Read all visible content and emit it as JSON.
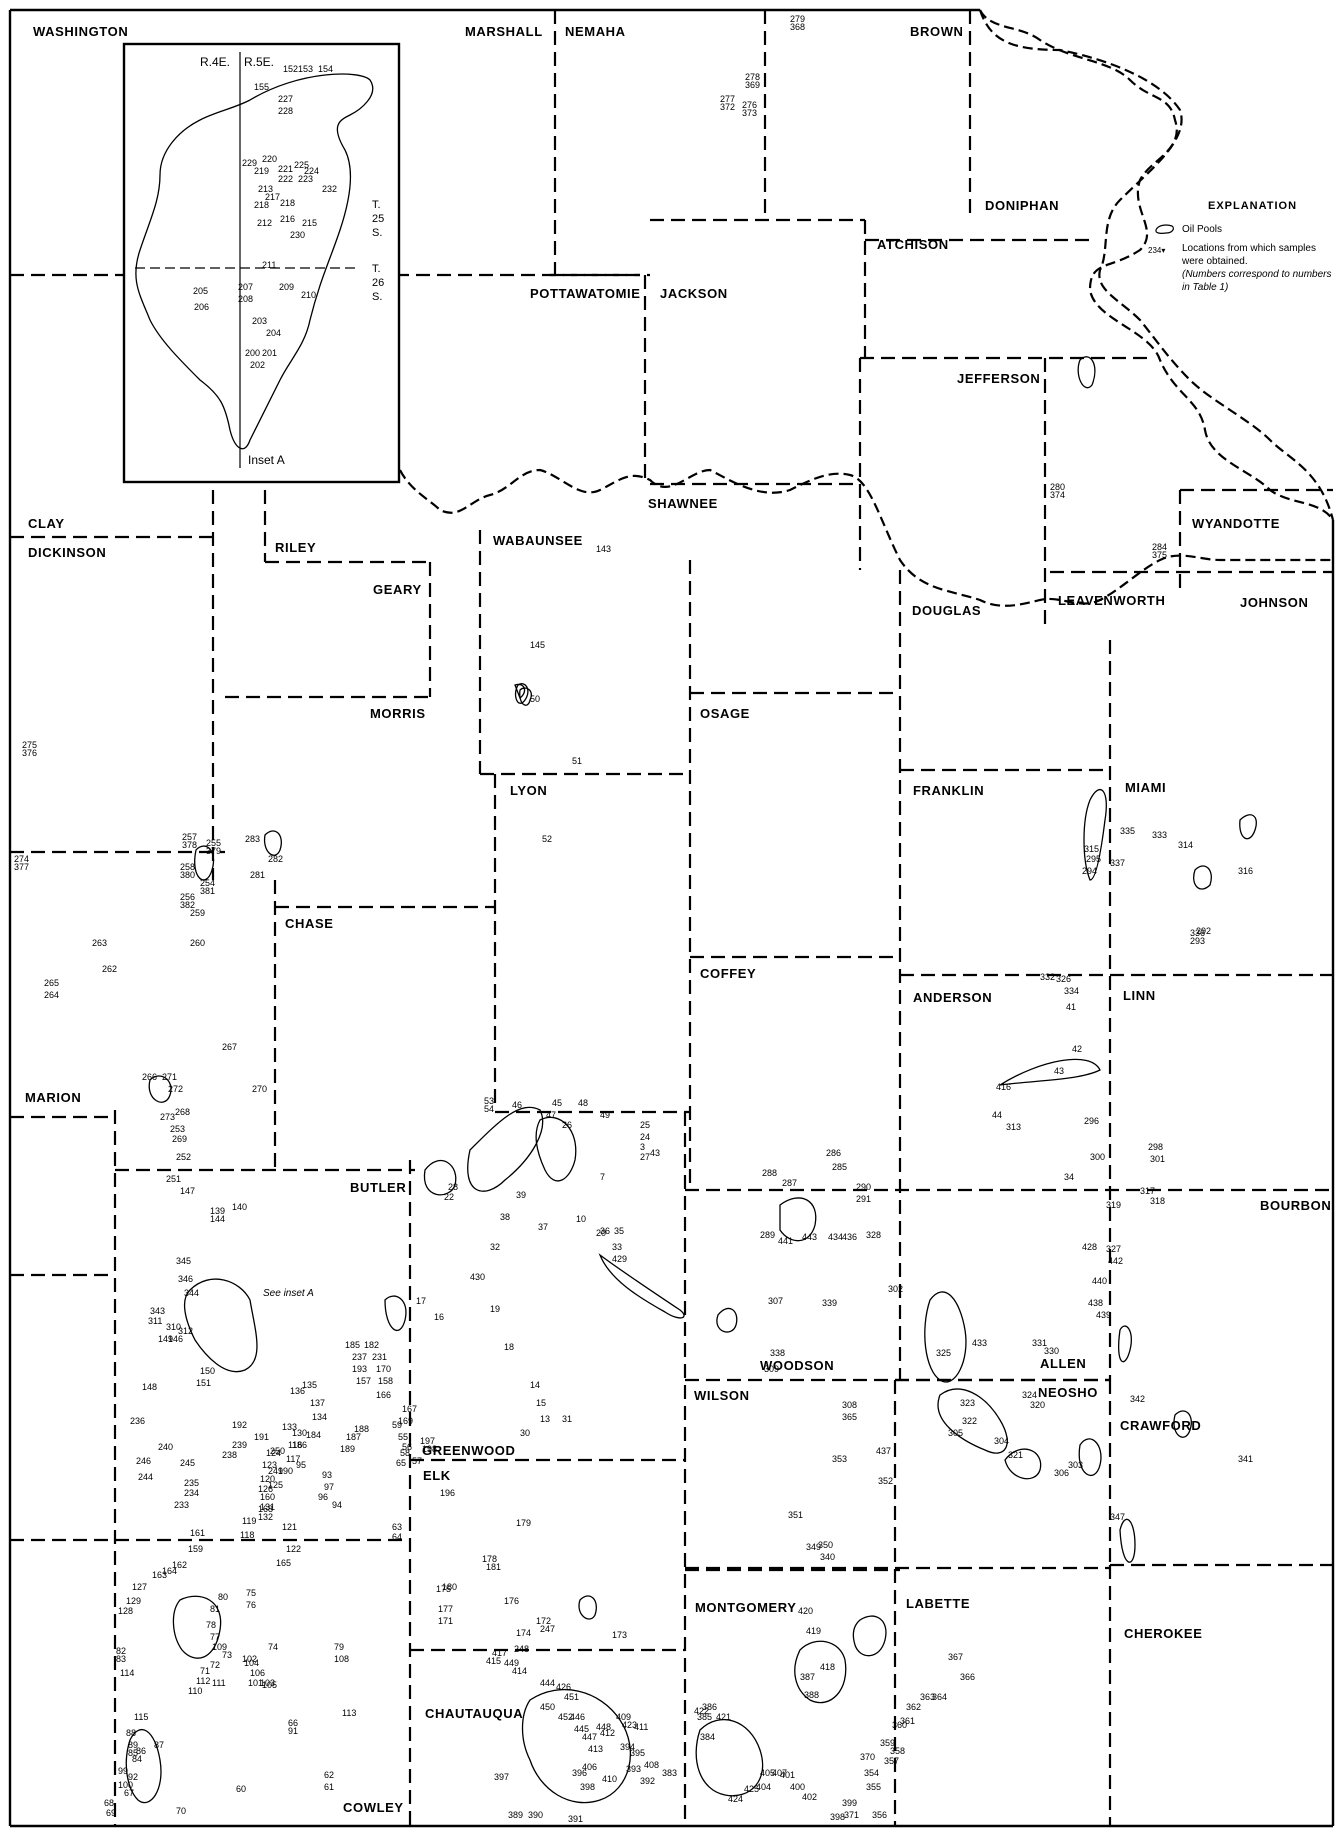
{
  "counties": {
    "washington": "WASHINGTON",
    "marshall": "MARSHALL",
    "nemaha": "NEMAHA",
    "brown": "BROWN",
    "doniphan": "DONIPHAN",
    "atchison": "ATCHISON",
    "pottawatomie": "POTTAWATOMIE",
    "jackson": "JACKSON",
    "jefferson": "JEFFERSON",
    "clay": "CLAY",
    "dickinson": "DICKINSON",
    "riley": "RILEY",
    "geary": "GEARY",
    "wabaunsee": "WABAUNSEE",
    "shawnee": "SHAWNEE",
    "wyandotte": "WYANDOTTE",
    "leavenworth": "LEAVENWORTH",
    "douglas": "DOUGLAS",
    "johnson": "JOHNSON",
    "morris": "MORRIS",
    "osage": "OSAGE",
    "lyon": "LYON",
    "franklin": "FRANKLIN",
    "miami": "MIAMI",
    "chase": "CHASE",
    "coffey": "COFFEY",
    "anderson": "ANDERSON",
    "linn": "LINN",
    "marion": "MARION",
    "butler": "BUTLER",
    "bourbon": "BOURBON",
    "woodson": "WOODSON",
    "allen": "ALLEN",
    "wilson": "WILSON",
    "neosho": "NEOSHO",
    "crawford": "CRAWFORD",
    "greenwood": "GREENWOOD",
    "elk": "ELK",
    "montgomery": "MONTGOMERY",
    "labette": "LABETTE",
    "cherokee": "CHEROKEE",
    "chautauqua": "CHAUTAUQUA",
    "cowley": "COWLEY"
  },
  "inset": {
    "range_left": "R.4E.",
    "range_right": "R.5E.",
    "t25_a": "T.",
    "t25_b": "25",
    "t25_c": "S.",
    "t26_a": "T.",
    "t26_b": "26",
    "t26_c": "S.",
    "caption": "Inset A",
    "points": [
      "152",
      "153",
      "154",
      "155",
      "227",
      "228",
      "229",
      "220",
      "219",
      "221",
      "225",
      "224",
      "222",
      "223",
      "213",
      "217",
      "218",
      "218",
      "232",
      "212",
      "216",
      "215",
      "230",
      "211",
      "205",
      "206",
      "207",
      "208",
      "209",
      "210",
      "203",
      "204",
      "200",
      "201",
      "202"
    ]
  },
  "see_inset": "See inset A",
  "explanation": {
    "title": "EXPLANATION",
    "oil_pools": "Oil Pools",
    "sample_number": "234",
    "sample_text": "Locations from which samples were obtained.",
    "sample_note": "(Numbers correspond to numbers in Table 1)"
  },
  "sample_points": [
    "279",
    "278",
    "277",
    "276",
    "280",
    "284",
    "275",
    "274",
    "257",
    "255",
    "258",
    "254",
    "256",
    "259",
    "283",
    "282",
    "281",
    "263",
    "262",
    "260",
    "265",
    "264",
    "267",
    "266",
    "271",
    "272",
    "270",
    "268",
    "273",
    "253",
    "269",
    "252",
    "251",
    "147",
    "139",
    "140",
    "144",
    "143",
    "145",
    "50",
    "51",
    "52",
    "53",
    "54",
    "46",
    "45",
    "48",
    "47",
    "49",
    "25",
    "24",
    "26",
    "3",
    "43",
    "27",
    "7",
    "28",
    "22",
    "39",
    "38",
    "37",
    "10",
    "36",
    "35",
    "33",
    "32",
    "430",
    "20",
    "429",
    "19",
    "18",
    "17",
    "16",
    "14",
    "15",
    "13",
    "31",
    "30",
    "34",
    "41",
    "42",
    "43",
    "416",
    "44",
    "313",
    "296",
    "300",
    "298",
    "301",
    "317",
    "318",
    "332",
    "326",
    "334",
    "335",
    "333",
    "314",
    "316",
    "315",
    "295",
    "294",
    "337",
    "336",
    "293",
    "292",
    "288",
    "287",
    "286",
    "285",
    "290",
    "291",
    "289",
    "441",
    "443",
    "434",
    "436",
    "328",
    "319",
    "327",
    "428",
    "442",
    "440",
    "438",
    "439",
    "433",
    "331",
    "330",
    "325",
    "324",
    "320",
    "323",
    "322",
    "305",
    "304",
    "321",
    "303",
    "306",
    "302",
    "307",
    "339",
    "338",
    "309",
    "308",
    "365",
    "353",
    "437",
    "352",
    "351",
    "350",
    "349",
    "340",
    "342",
    "341",
    "347",
    "345",
    "346",
    "344",
    "343",
    "311",
    "310",
    "312",
    "146",
    "149",
    "148",
    "150",
    "151",
    "135",
    "136",
    "137",
    "134",
    "133",
    "130",
    "184",
    "185",
    "182",
    "237",
    "231",
    "193",
    "170",
    "157",
    "158",
    "166",
    "167",
    "169",
    "188",
    "187",
    "189",
    "186",
    "190",
    "191",
    "192",
    "239",
    "238",
    "240",
    "246",
    "244",
    "245",
    "236",
    "235",
    "234",
    "233",
    "250",
    "249",
    "125",
    "124",
    "123",
    "120",
    "126",
    "131",
    "132",
    "119",
    "118",
    "121",
    "122",
    "165",
    "168",
    "160",
    "161",
    "159",
    "162",
    "164",
    "163",
    "127",
    "129",
    "128",
    "80",
    "81",
    "78",
    "77",
    "75",
    "76",
    "74",
    "104",
    "106",
    "105",
    "79",
    "108",
    "109",
    "73",
    "72",
    "71",
    "112",
    "111",
    "110",
    "102",
    "103",
    "101",
    "113",
    "82",
    "83",
    "114",
    "115",
    "88",
    "89",
    "85",
    "87",
    "86",
    "84",
    "99",
    "100",
    "92",
    "67",
    "68",
    "69",
    "70",
    "91",
    "66",
    "62",
    "61",
    "60",
    "63",
    "64",
    "57",
    "58",
    "59",
    "55",
    "56",
    "65",
    "96",
    "97",
    "93",
    "94",
    "95",
    "117",
    "116",
    "198",
    "197",
    "196",
    "179",
    "178",
    "181",
    "180",
    "176",
    "175",
    "177",
    "171",
    "172",
    "173",
    "174",
    "247",
    "248",
    "415",
    "417",
    "449",
    "414",
    "444",
    "426",
    "450",
    "451",
    "452",
    "446",
    "445",
    "447",
    "448",
    "413",
    "412",
    "409",
    "423",
    "411",
    "406",
    "410",
    "408",
    "392",
    "393",
    "395",
    "394",
    "396",
    "397",
    "398",
    "389",
    "390",
    "391",
    "383",
    "384",
    "385",
    "386",
    "387",
    "388",
    "418",
    "419",
    "420",
    "421",
    "422",
    "424",
    "425",
    "404",
    "405",
    "407",
    "401",
    "400",
    "402",
    "399",
    "398",
    "371",
    "370",
    "354",
    "355",
    "356",
    "357",
    "358",
    "359",
    "360",
    "361",
    "362",
    "363",
    "364",
    "366",
    "367",
    "368",
    "369",
    "372",
    "373",
    "374",
    "375",
    "376",
    "377",
    "378",
    "379",
    "380",
    "381",
    "382"
  ]
}
